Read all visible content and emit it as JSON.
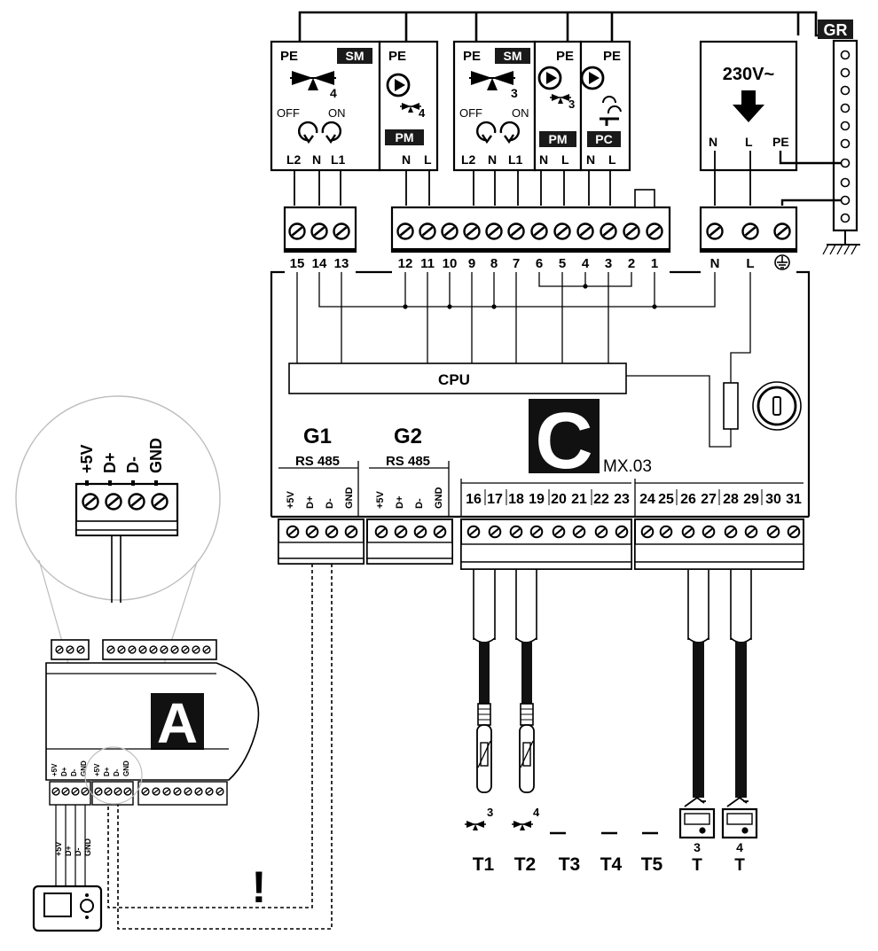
{
  "module_grounding": {
    "label": "GR"
  },
  "mixer_valve_4": {
    "pe": "PE",
    "tag": "SM",
    "index": "4",
    "off": "OFF",
    "on": "ON",
    "terminals": [
      "L2",
      "N",
      "L1"
    ]
  },
  "pump_4": {
    "pe": "PE",
    "index": "4",
    "tag": "PM",
    "terminals": [
      "N",
      "L"
    ]
  },
  "mixer_valve_3": {
    "pe": "PE",
    "tag": "SM",
    "index": "3",
    "off": "OFF",
    "on": "ON",
    "terminals": [
      "L2",
      "N",
      "L1"
    ]
  },
  "pump_3": {
    "pe": "PE",
    "index": "3",
    "tag": "PM",
    "terminals": [
      "N",
      "L"
    ]
  },
  "circulation_pump": {
    "pe": "PE",
    "tag": "PC",
    "terminals": [
      "N",
      "L"
    ]
  },
  "power_supply": {
    "voltage": "230V~",
    "terminals": [
      "N",
      "L",
      "PE"
    ]
  },
  "controller": {
    "top_terminals_left": [
      "15",
      "14",
      "13"
    ],
    "top_terminals_mid": [
      "12",
      "11",
      "10",
      "9",
      "8",
      "7",
      "6",
      "5",
      "4",
      "3",
      "2",
      "1"
    ],
    "top_terminals_right": [
      "N",
      "L"
    ],
    "cpu_label": "CPU",
    "logo_letter": "C",
    "model": "MX.03",
    "port_g1": {
      "name": "G1",
      "bus": "RS 485",
      "pins": [
        "+5V",
        "D+",
        "D-",
        "GND"
      ]
    },
    "port_g2": {
      "name": "G2",
      "bus": "RS 485",
      "pins": [
        "+5V",
        "D+",
        "D-",
        "GND"
      ]
    },
    "sensor_terminals_a": [
      "16",
      "17",
      "18",
      "19",
      "20",
      "21",
      "22",
      "23"
    ],
    "sensor_terminals_b": [
      "24",
      "25",
      "26",
      "27",
      "28",
      "29",
      "30",
      "31"
    ]
  },
  "zoom_pins": [
    "+5V",
    "D+",
    "D-",
    "GND"
  ],
  "module_a": {
    "logo_letter": "A",
    "pins_1": [
      "+5V",
      "D+",
      "D-",
      "GND"
    ],
    "pins_2": [
      "+5V",
      "D+",
      "D-",
      "GND"
    ]
  },
  "panel_pins": [
    "+5V",
    "D+",
    "D-",
    "GND"
  ],
  "warning_mark": "!",
  "sensor_index_3": "3",
  "sensor_index_4": "4",
  "bottom_labels": [
    "T1",
    "T2",
    "T3",
    "T4",
    "T5"
  ],
  "thermostat_3": {
    "index": "3",
    "label": "T"
  },
  "thermostat_4": {
    "index": "4",
    "label": "T"
  }
}
